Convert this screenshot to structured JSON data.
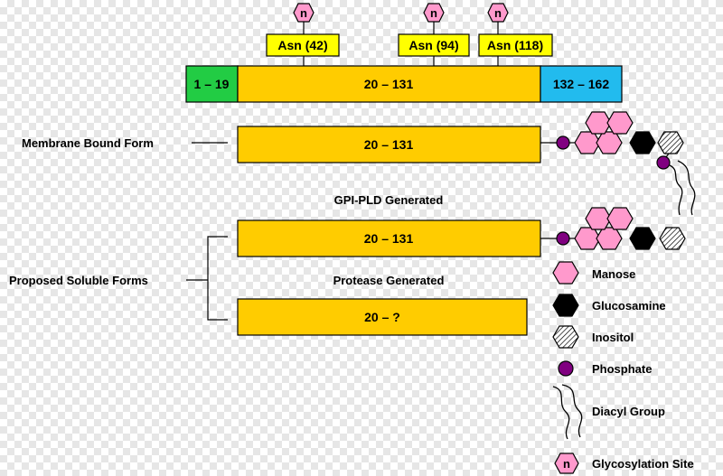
{
  "protein": {
    "segments": {
      "signal": "1 – 19",
      "mature": "20 – 131",
      "cterm": "132 – 162"
    },
    "glyco_sites": [
      "Asn (42)",
      "Asn (94)",
      "Asn (118)"
    ],
    "glyco_symbol": "n"
  },
  "forms": {
    "membrane_label": "Membrane Bound Form",
    "membrane_bar": "20 – 131",
    "gpi_pld_label": "GPI-PLD Generated",
    "gpi_bar": "20 – 131",
    "protease_label": "Protease Generated",
    "protease_bar": "20 – ?",
    "soluble_label": "Proposed Soluble Forms"
  },
  "legend": {
    "manose": "Manose",
    "glucosamine": "Glucosamine",
    "inositol": "Inositol",
    "phosphate": "Phosphate",
    "diacyl": "Diacyl Group",
    "glyco": "Glycosylation Site",
    "glyco_symbol": "n"
  },
  "colors": {
    "mature": "#ffcc00",
    "signal": "#22cc44",
    "cterm": "#22bbee",
    "manose": "#ff99cc",
    "glucosamine": "#000000",
    "phosphate": "#800080",
    "glyco_box": "#ffff00"
  }
}
